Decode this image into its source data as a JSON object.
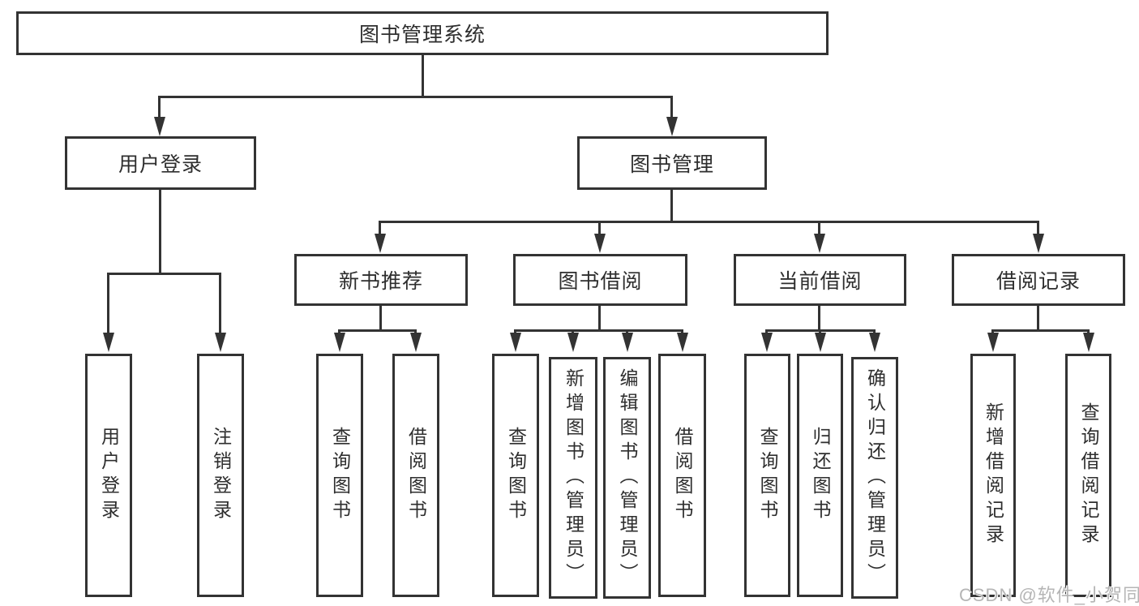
{
  "diagram": {
    "root": {
      "label": "图书管理系统"
    },
    "branches": [
      {
        "label": "用户登录",
        "children": [
          {
            "label": "用户登录"
          },
          {
            "label": "注销登录"
          }
        ]
      },
      {
        "label": "图书管理",
        "children": [
          {
            "label": "新书推荐",
            "children": [
              {
                "label": "查询图书"
              },
              {
                "label": "借阅图书"
              }
            ]
          },
          {
            "label": "图书借阅",
            "children": [
              {
                "label": "查询图书"
              },
              {
                "label": "新增图书（管理员）"
              },
              {
                "label": "编辑图书（管理员）"
              },
              {
                "label": "借阅图书"
              }
            ]
          },
          {
            "label": "当前借阅",
            "children": [
              {
                "label": "查询图书"
              },
              {
                "label": "归还图书"
              },
              {
                "label": "确认归还（管理员）"
              }
            ]
          },
          {
            "label": "借阅记录",
            "children": [
              {
                "label": "新增借阅记录"
              },
              {
                "label": "查询借阅记录"
              }
            ]
          }
        ]
      }
    ]
  },
  "watermark": {
    "text": "CSDN @软件_小贺同学"
  },
  "colors": {
    "line": "#333333",
    "text": "#2e2e2e",
    "background": "#ffffff",
    "watermark": "#b5b5b5"
  }
}
